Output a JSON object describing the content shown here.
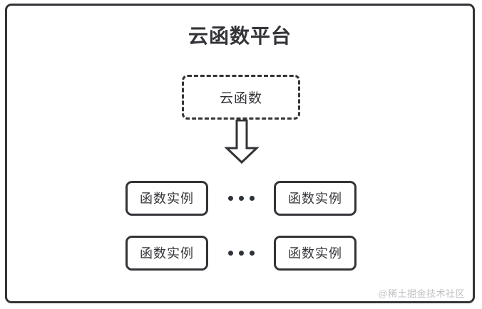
{
  "diagram": {
    "platform": {
      "title": "云函数平台"
    },
    "cloud_function": {
      "label": "云函数",
      "border_style": "dashed"
    },
    "arrow": {
      "direction": "down",
      "icon": "block-arrow-down-icon"
    },
    "instance_rows": [
      {
        "left_instance": "函数实例",
        "ellipsis": "•••",
        "right_instance": "函数实例"
      },
      {
        "left_instance": "函数实例",
        "ellipsis": "•••",
        "right_instance": "函数实例"
      }
    ],
    "watermark": "@稀土掘金技术社区",
    "colors": {
      "stroke": "#333438",
      "background": "#ffffff",
      "watermark": "#bfc1c4",
      "dot": "#2d3138"
    }
  }
}
